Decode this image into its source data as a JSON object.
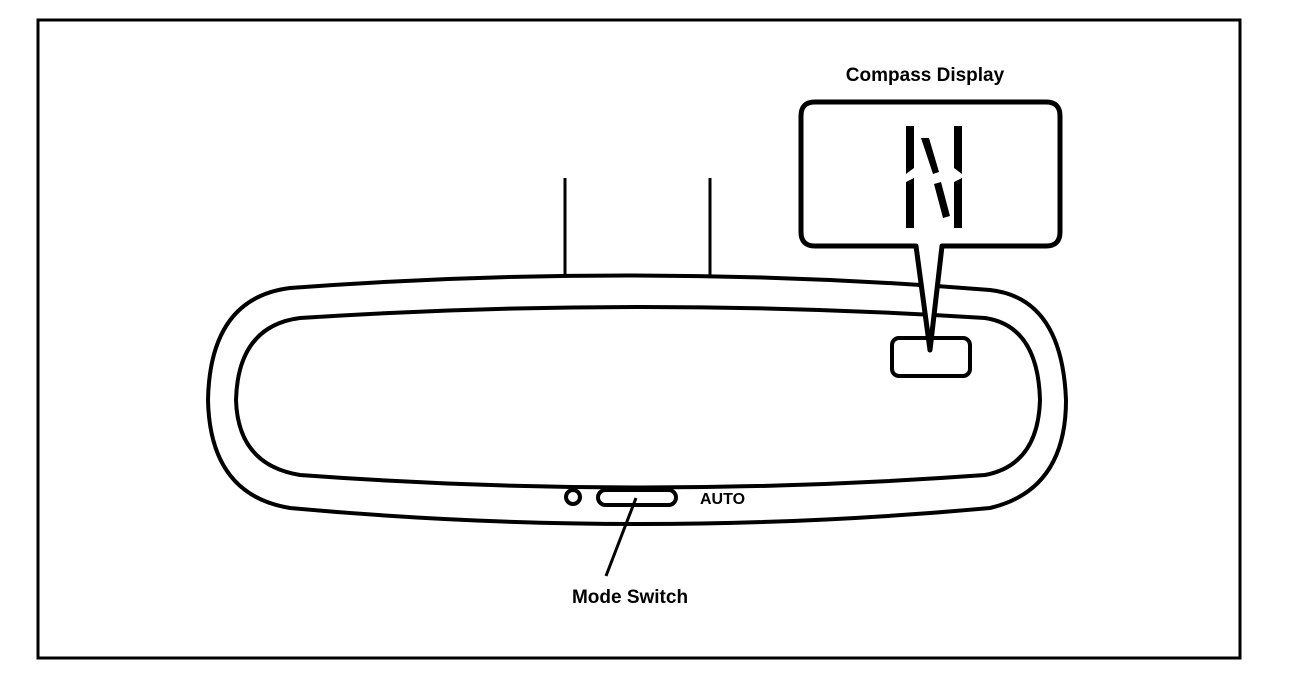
{
  "labels": {
    "compass_display": "Compass Display",
    "mode_switch": "Mode Switch",
    "auto": "AUTO"
  },
  "compass": {
    "heading_letter": "N"
  },
  "colors": {
    "ink": "#000000",
    "paper": "#ffffff"
  }
}
